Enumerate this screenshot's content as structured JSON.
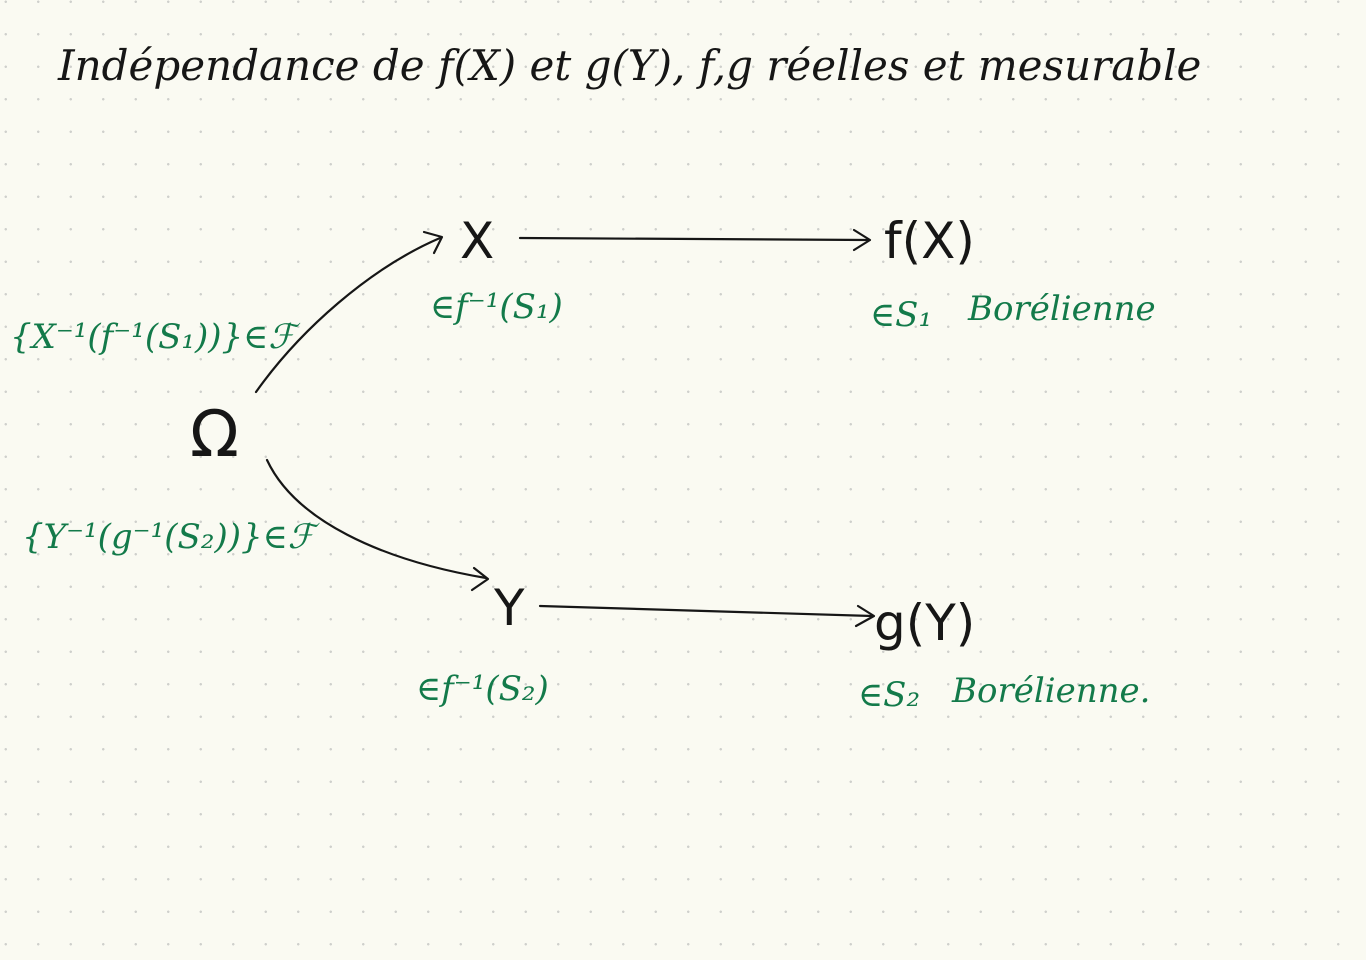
{
  "title": "Indépendance de f(X) et g(Y), f,g réelles et mesurable",
  "nodes": {
    "omega": "Ω",
    "x": "X",
    "fx": "f(X)",
    "y": "Y",
    "gy": "g(Y)"
  },
  "annotations": {
    "x_set": "∈f⁻¹(S₁)",
    "fx_set": "∈S₁",
    "fx_label": "Borélienne",
    "y_set": "∈f⁻¹(S₂)",
    "gy_set": "∈S₂",
    "gy_label": "Borélienne.",
    "upper_event": "{X⁻¹(f⁻¹(S₁))}∈ℱ",
    "lower_event": "{Y⁻¹(g⁻¹(S₂))}∈ℱ"
  },
  "colors": {
    "ink": "#161616",
    "green": "#137a4a",
    "paper": "#fafaf2",
    "dots": "#cfd0cc"
  }
}
